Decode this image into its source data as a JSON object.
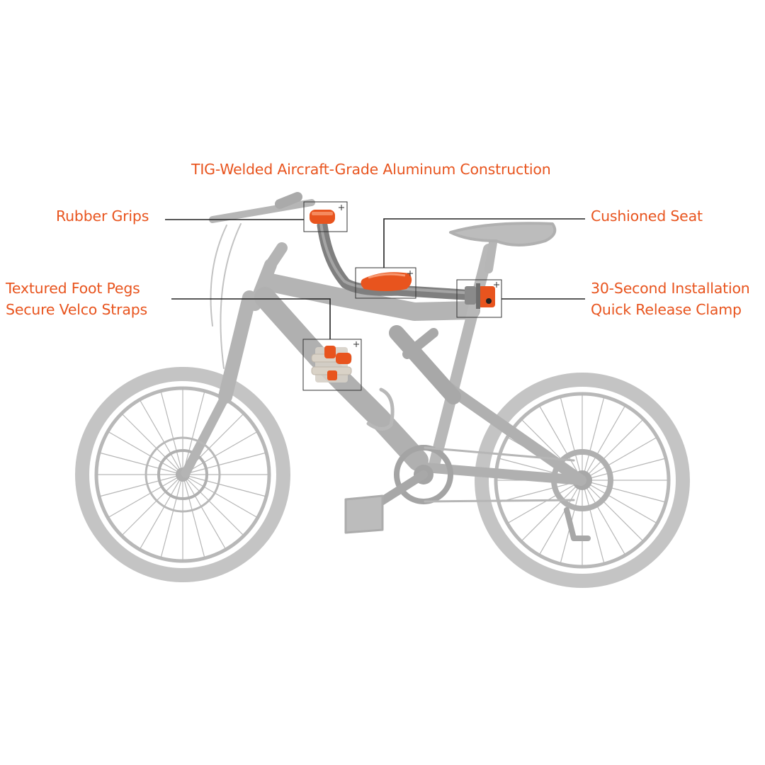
{
  "colors": {
    "accent": "#e8541e",
    "bike": "#bdbdbd",
    "bike_dark": "#9c9c9c",
    "seat_frame": "#7d7d7d",
    "leader": "#222222"
  },
  "headline": "TIG-Welded Aircraft-Grade Aluminum Construction",
  "callouts": {
    "rubber_grips": "Rubber Grips",
    "cushioned_seat": "Cushioned Seat",
    "foot_pegs": {
      "line1": "Textured Foot Pegs",
      "line2": "Secure Velco Straps"
    },
    "clamp": {
      "line1": "30-Second Installation",
      "line2": "Quick Release Clamp"
    }
  }
}
